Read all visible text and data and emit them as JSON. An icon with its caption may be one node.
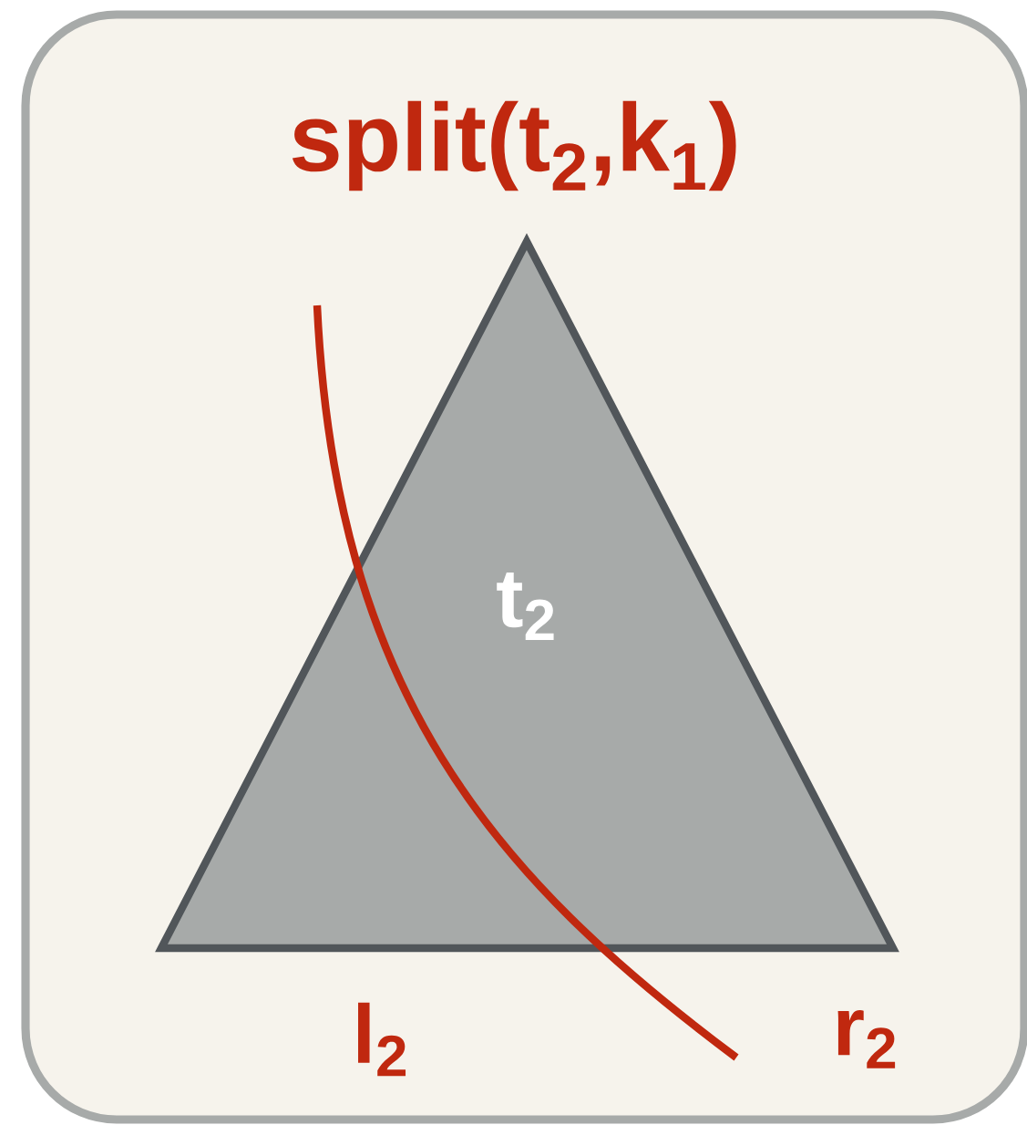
{
  "diagram": {
    "nodes": [
      {
        "text": [
          "split(t$_{2}$,k$_{1}$)"
        ]
      },
      {
        "text": [
          "t$_{2}$"
        ],
        "in": 0
      }
    ],
    "labels": [
      "l$_{2}$",
      "r$_{2}$"
    ]
  }
}
